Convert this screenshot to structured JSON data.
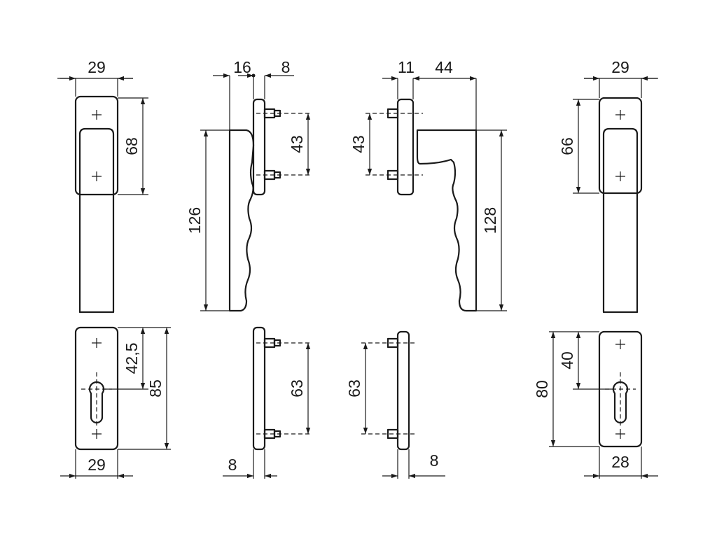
{
  "dimensions": {
    "handle_front_left_width": "29",
    "handle_front_left_height": "68",
    "handle_side_left_thickness": "16",
    "handle_side_left_pin": "8",
    "handle_side_left_spacing": "43",
    "handle_side_left_length": "126",
    "handle_side_right_thickness": "11",
    "handle_side_right_offset": "44",
    "handle_side_right_spacing": "43",
    "handle_side_right_length": "128",
    "handle_front_right_width": "29",
    "handle_front_right_height": "66",
    "escutcheon_left_hole": "42,5",
    "escutcheon_left_height": "85",
    "escutcheon_left_width": "29",
    "escutcheon_side_left_spacing": "63",
    "escutcheon_side_left_thickness": "8",
    "escutcheon_side_right_spacing": "63",
    "escutcheon_side_right_thickness": "8",
    "escutcheon_right_hole": "40",
    "escutcheon_right_height": "80",
    "escutcheon_right_width": "28"
  }
}
